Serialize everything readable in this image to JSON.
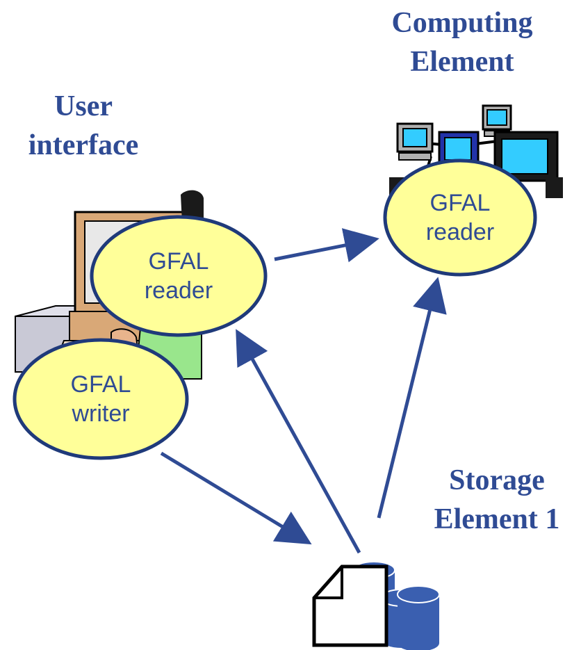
{
  "labels": {
    "computing_element": [
      "Computing",
      "Element"
    ],
    "user_interface": [
      "User",
      "interface"
    ],
    "storage_element": [
      "Storage",
      "Element 1"
    ]
  },
  "bubbles": {
    "ce_reader": [
      "GFAL",
      "reader"
    ],
    "ui_reader": [
      "GFAL",
      "reader"
    ],
    "ui_writer": [
      "GFAL",
      "writer"
    ]
  },
  "colors": {
    "heading": "#2f4b94",
    "arrow": "#2f4b94",
    "bubble_fill": "#ffff99",
    "bubble_stroke": "#1f3a7a",
    "disk": "#3a5fb0"
  }
}
